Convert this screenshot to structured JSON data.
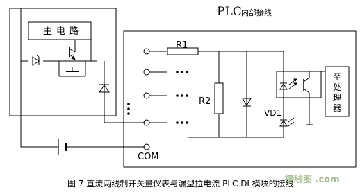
{
  "labels": {
    "plc_title": "PLC",
    "plc_subtitle": "内部接线",
    "main_circuit": "主电路",
    "r1": "R1",
    "r2": "R2",
    "vd1": "VD1",
    "com": "COM",
    "processor": "至处理器",
    "caption": "图 7  直流两线制开关量仪表与漏型拉电流 PLC DI 模块的接线",
    "watermark": "接线图 .com"
  }
}
